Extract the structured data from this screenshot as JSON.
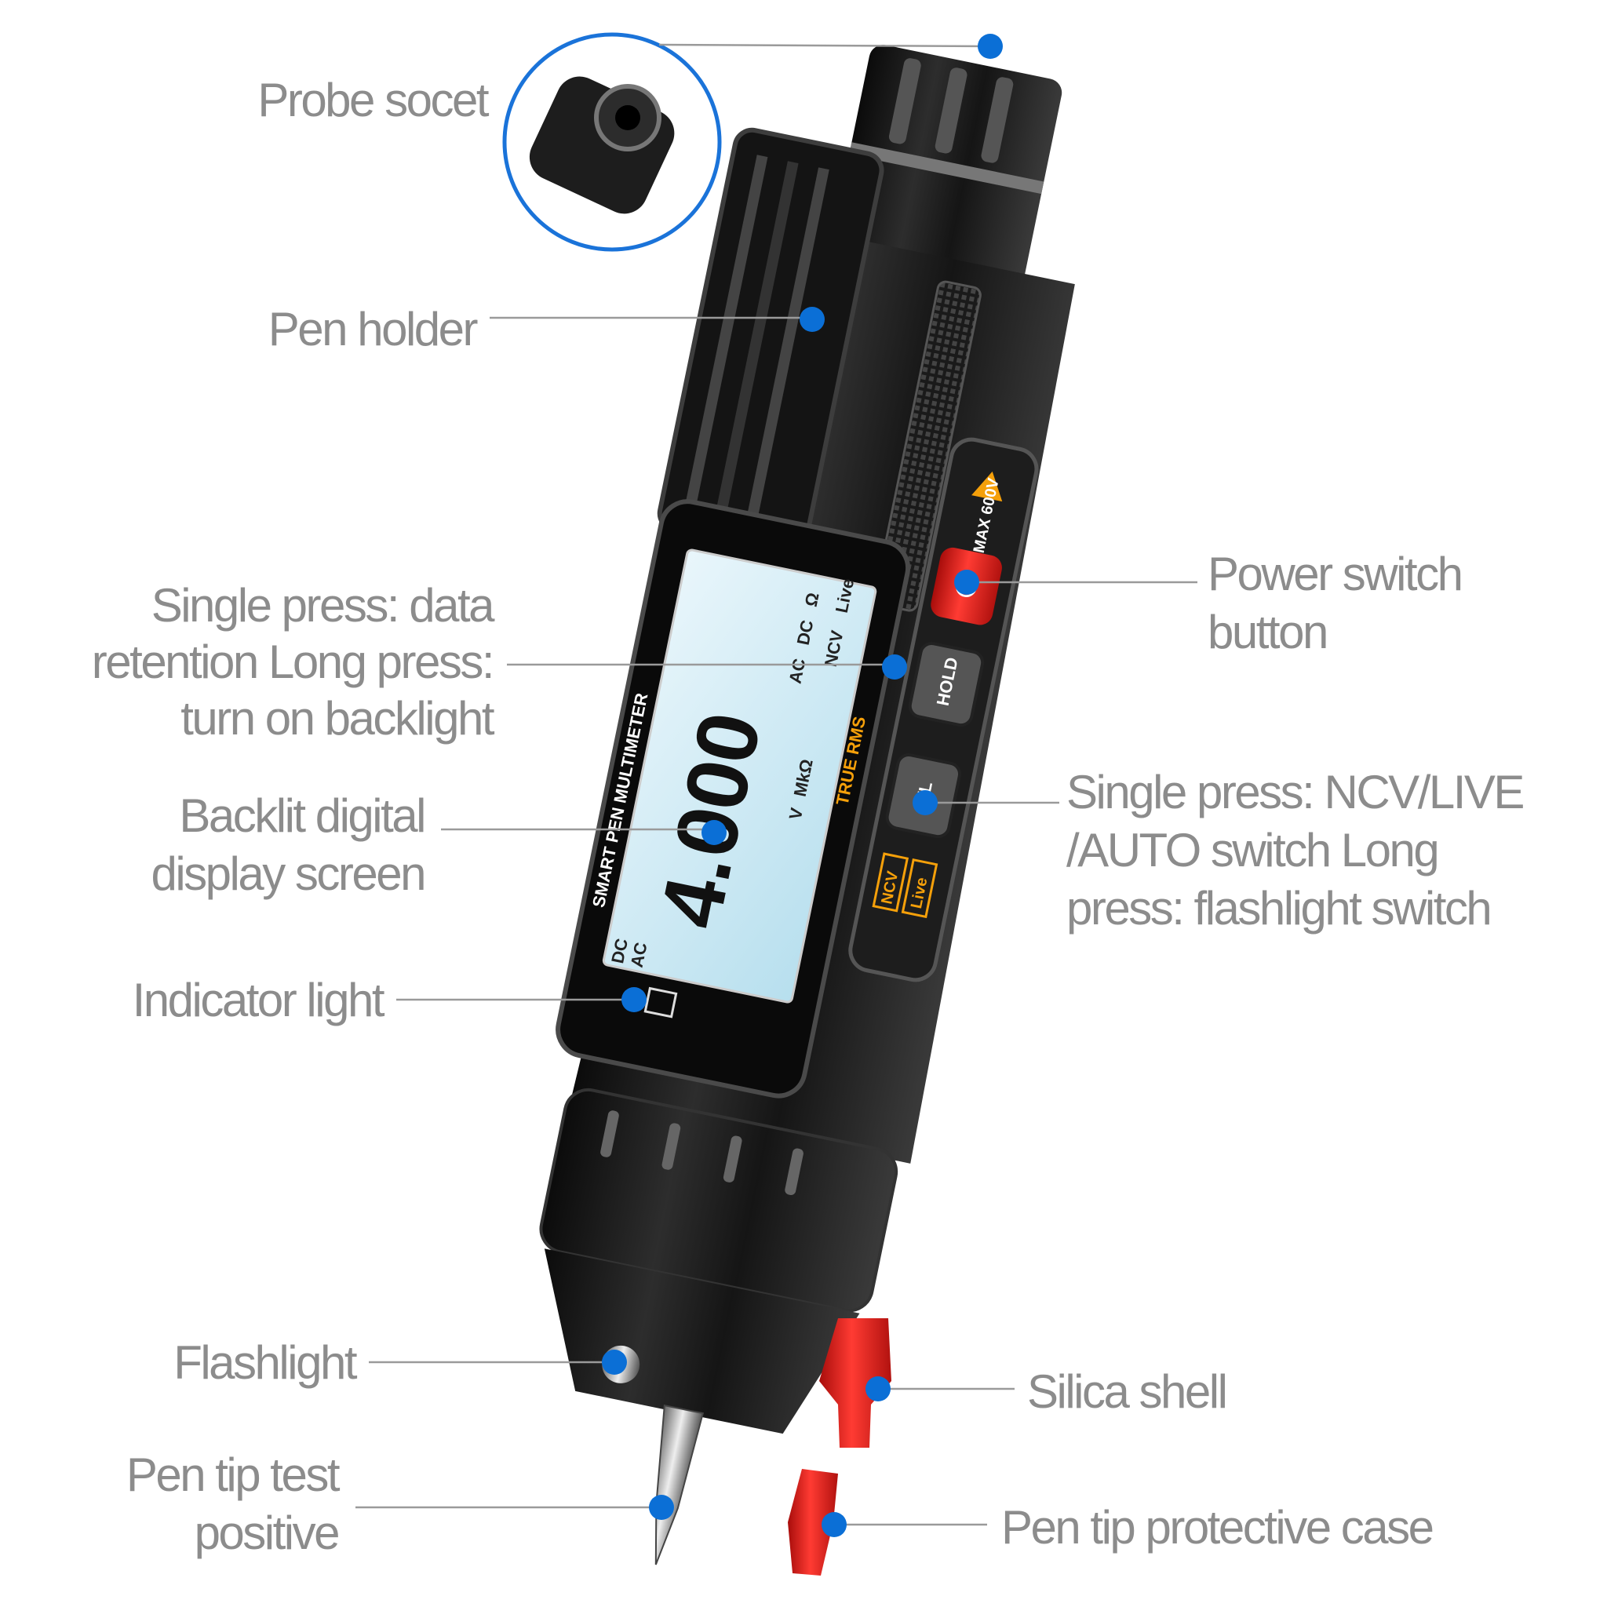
{
  "labels": {
    "probe_socket": "Probe socet",
    "pen_holder": "Pen holder",
    "hold_button": [
      "Single press: data",
      "retention Long press:",
      "turn on backlight"
    ],
    "display": [
      "Backlit digital",
      "display screen"
    ],
    "indicator": "Indicator light",
    "flashlight": "Flashlight",
    "pen_tip": [
      "Pen tip test",
      "positive"
    ],
    "power": [
      "Power switch",
      "button"
    ],
    "mode_button": [
      "Single press: NCV/LIVE",
      "/AUTO switch Long",
      "press: flashlight switch"
    ],
    "silica_shell": "Silica shell",
    "tip_case": "Pen tip protective case"
  },
  "device": {
    "brand_line": "SMART PEN MULTIMETER",
    "true_rms": "TRUE RMS",
    "reading": "4.000",
    "max_rating": "MAX 600V",
    "hold": "HOLD",
    "nl": "N/L",
    "ncv": "NCV",
    "live": "Live",
    "lcd_icons": [
      "AC",
      "DC",
      "NCV",
      "Live",
      "Ω"
    ],
    "lcd_units": [
      "V",
      "MkΩ",
      "DC",
      "AC"
    ]
  },
  "colors": {
    "accent": "#0b6fd6",
    "label": "#8c8c8c",
    "lcd": "#cfe9f3",
    "rubber": "#e0201c",
    "marking": "#f5a00a"
  }
}
